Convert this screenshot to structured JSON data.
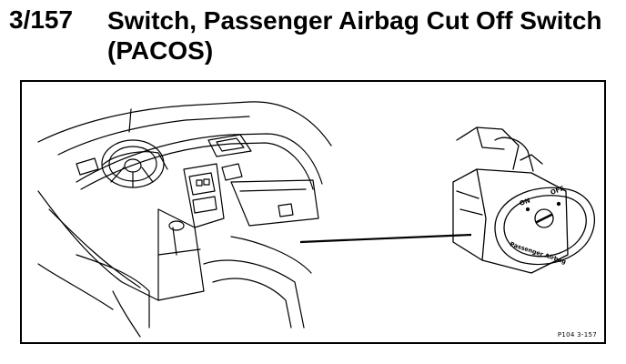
{
  "heading": {
    "number": "3/157",
    "title": "Switch, Passenger Airbag Cut Off Switch (PACOS)"
  },
  "figure": {
    "code": "P104  3-157",
    "switch_labels": {
      "on": "ON",
      "off": "OFF",
      "caption": "Passenger Airbag"
    },
    "icons": [
      "dashboard-interior-illustration",
      "pacos-switch-illustration",
      "connector-line"
    ]
  }
}
